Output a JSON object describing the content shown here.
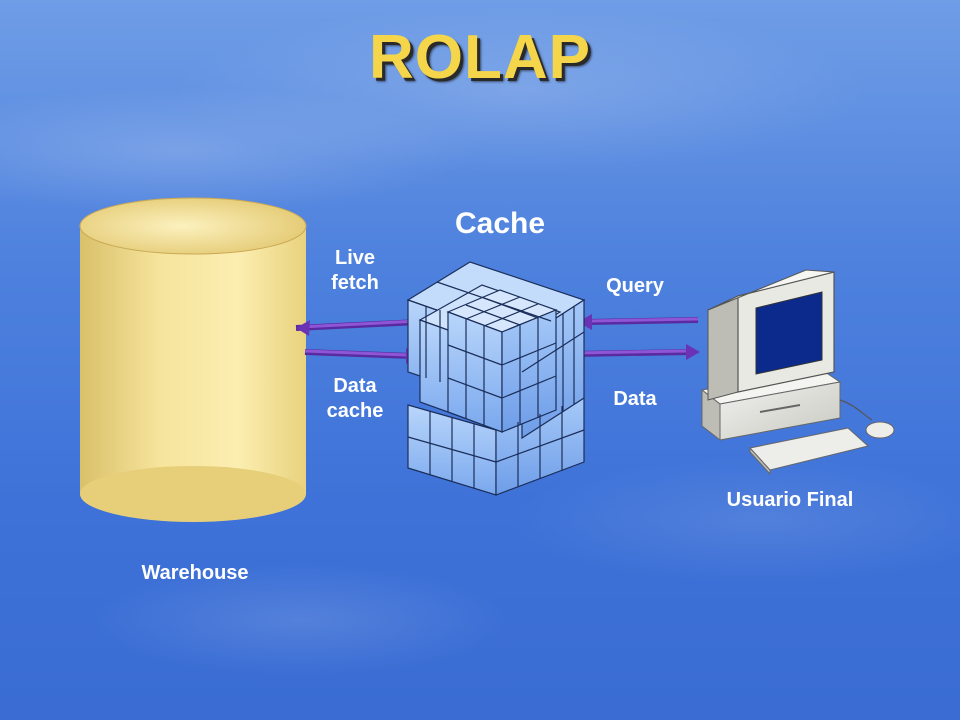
{
  "slide": {
    "title": "ROLAP"
  },
  "diagram": {
    "cache_title": "Cache",
    "live_fetch": "Live fetch",
    "data_cache": "Data cache",
    "query": "Query",
    "data": "Data",
    "end_user": "Usuario Final",
    "warehouse": "Warehouse"
  },
  "colors": {
    "title": "#f5d64a",
    "arrow": "#7b3fc4",
    "cylinder": "#f3df92",
    "cube": "#8fbcf5",
    "monitor_screen": "#0b2a8c"
  }
}
